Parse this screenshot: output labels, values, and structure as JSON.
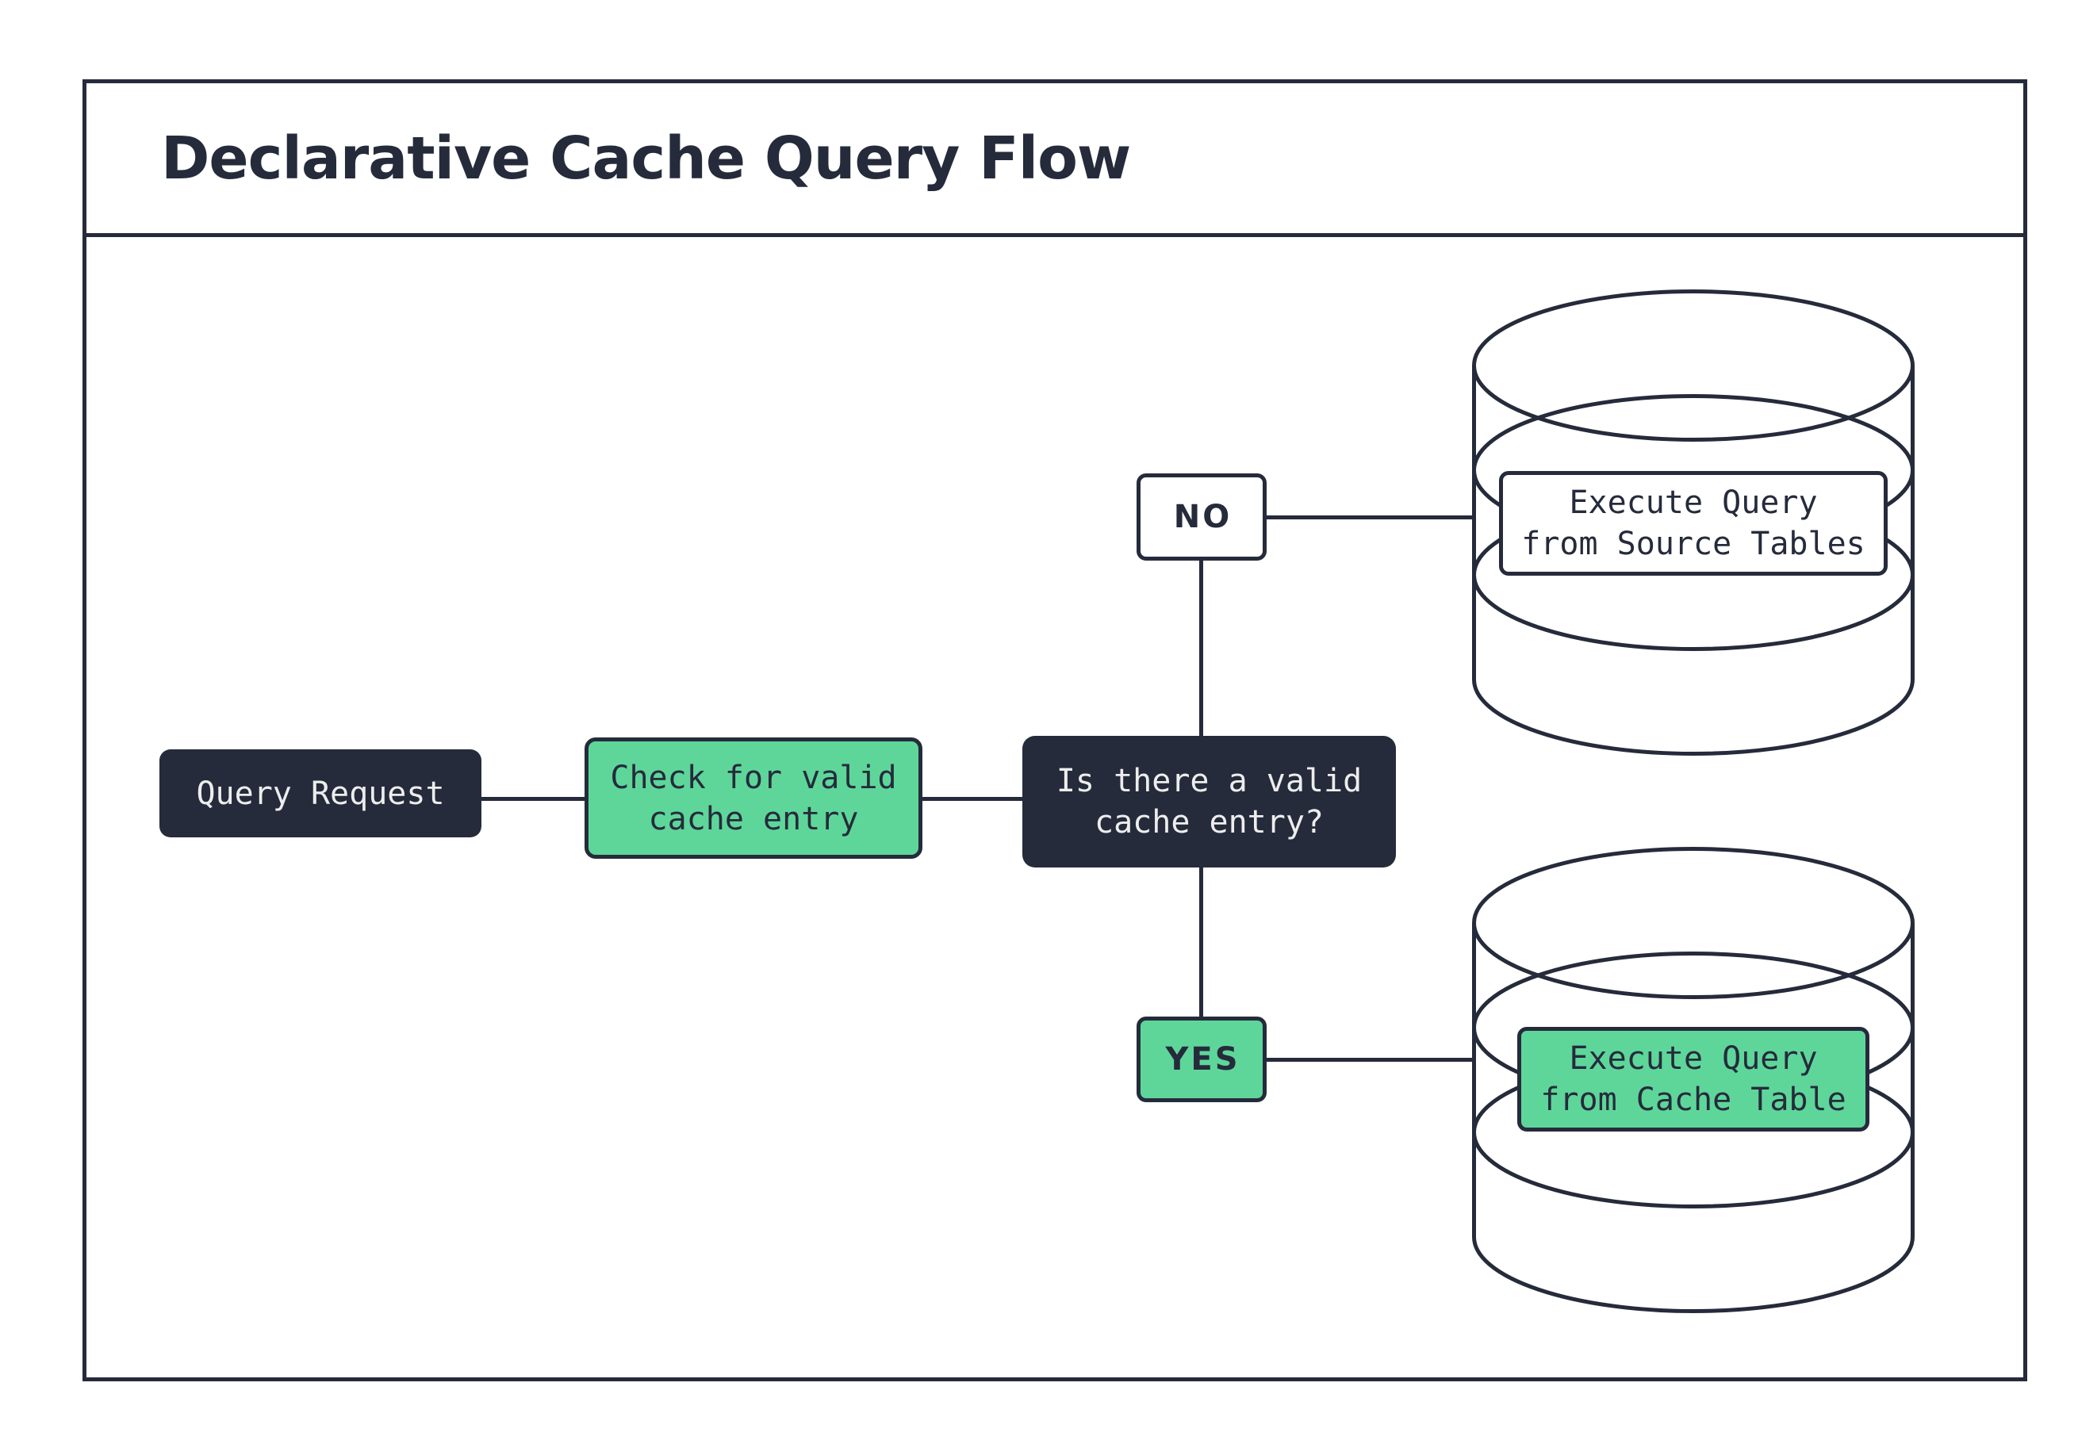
{
  "title": "Declarative Cache Query Flow",
  "palette": {
    "dark_navy": "#252b3b",
    "green": "#5ed69a",
    "node_light_text": "#ededed",
    "background": "#ffffff"
  },
  "flowchart": {
    "nodes": {
      "query_request": {
        "label": "Query Request",
        "type": "process",
        "style": "dark"
      },
      "check_cache": {
        "label": "Check for valid\ncache entry",
        "type": "process",
        "style": "green"
      },
      "decision": {
        "label": "Is there a valid\ncache entry?",
        "type": "decision",
        "style": "dark"
      },
      "branch_no": {
        "label": "NO",
        "type": "branch",
        "style": "outline"
      },
      "branch_yes": {
        "label": "YES",
        "type": "branch",
        "style": "green"
      },
      "source_db": {
        "label": "Execute Query\nfrom Source Tables",
        "type": "database",
        "style": "outline"
      },
      "cache_db": {
        "label": "Execute Query\nfrom Cache Table",
        "type": "database",
        "style": "green"
      }
    },
    "edges": [
      {
        "from": "query_request",
        "to": "check_cache"
      },
      {
        "from": "check_cache",
        "to": "decision"
      },
      {
        "from": "decision",
        "to": "branch_no"
      },
      {
        "from": "branch_no",
        "to": "source_db"
      },
      {
        "from": "decision",
        "to": "branch_yes"
      },
      {
        "from": "branch_yes",
        "to": "cache_db"
      }
    ]
  }
}
